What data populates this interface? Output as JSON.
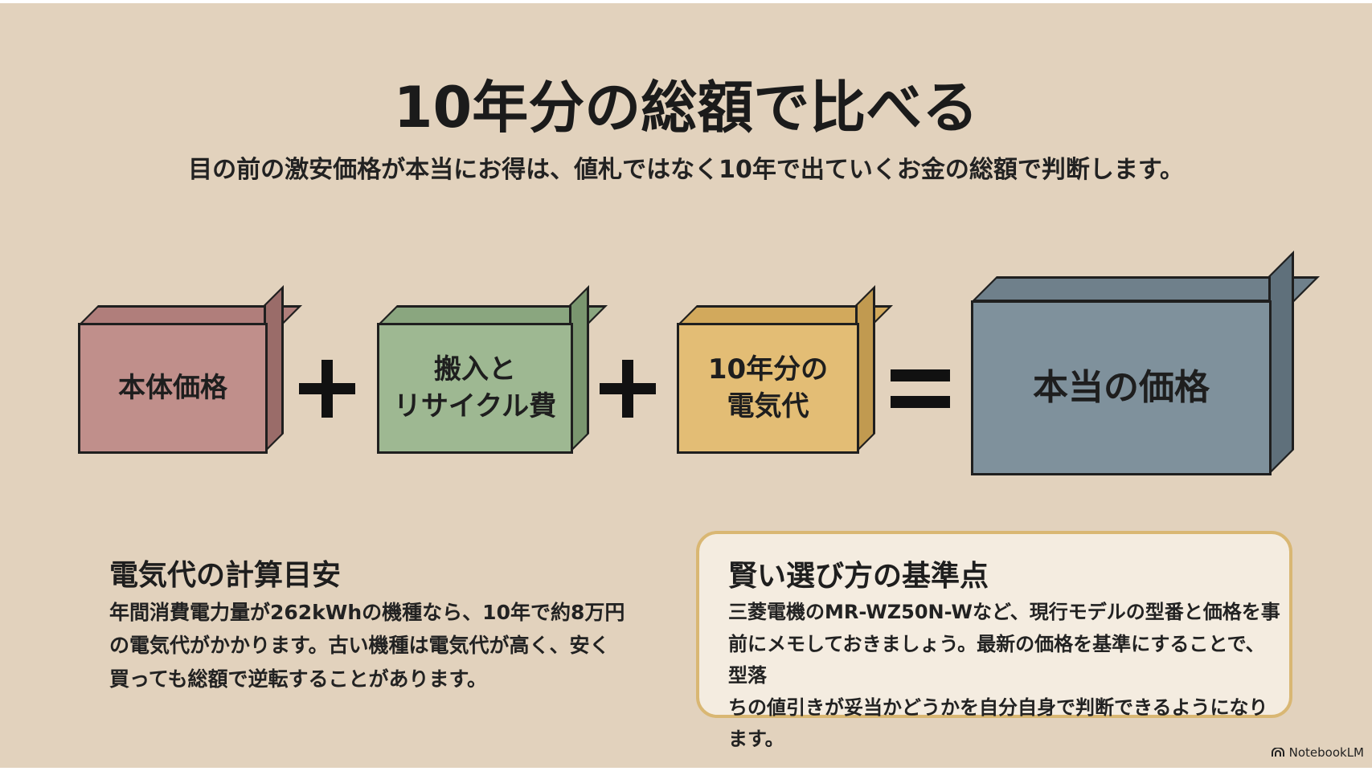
{
  "title": "10年分の総額で比べる",
  "subtitle": "目の前の激安価格が本当にお得は、値札ではなく10年で出ていくお金の総額で判断します。",
  "equation": {
    "boxes": [
      {
        "label": "本体価格",
        "color": "#c08f8b"
      },
      {
        "label": "搬入と\nリサイクル費",
        "color": "#9eb892"
      },
      {
        "label": "10年分の\n電気代",
        "color": "#e3bd75"
      },
      {
        "label": "本当の価格",
        "color": "#7f919c"
      }
    ],
    "operators": [
      "+",
      "+",
      "="
    ]
  },
  "electricity": {
    "heading": "電気代の計算目安",
    "body": [
      "年間消費電力量が262kWhの機種なら、10年で約8万円",
      "の電気代がかかります。古い機種は電気代が高く、安く",
      "買っても総額で逆転することがあります。"
    ]
  },
  "tips": {
    "heading": "賢い選び方の基準点",
    "body": [
      "三菱電機のMR-WZ50N-Wなど、現行モデルの型番と価格を事",
      "前にメモしておきましょう。最新の価格を基準にすることで、型落",
      "ちの値引きが妥当かどうかを自分自身で判断できるようになります。"
    ]
  },
  "brand": "NotebookLM"
}
